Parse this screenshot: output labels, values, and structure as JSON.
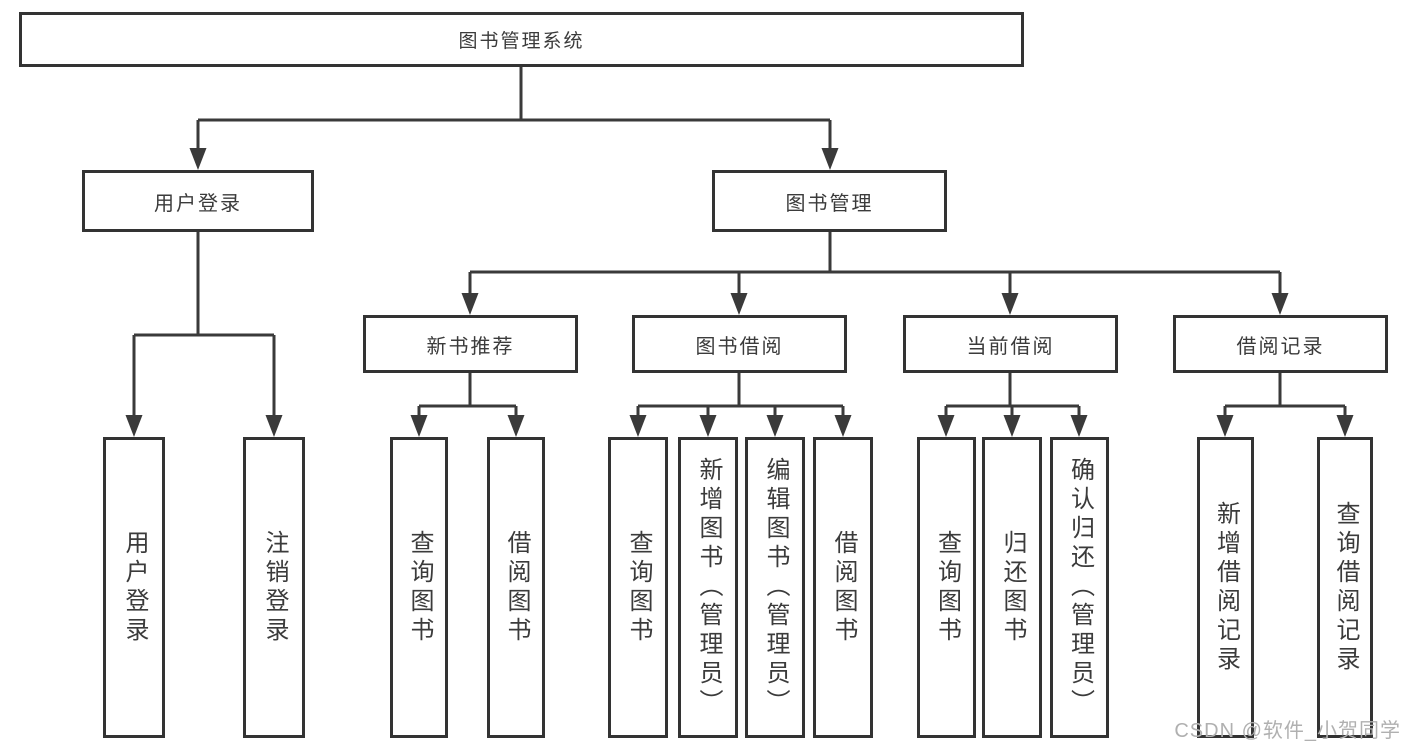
{
  "diagram": {
    "root": {
      "label": "图书管理系统"
    },
    "branches": [
      {
        "label": "用户登录",
        "children": [
          {
            "label": "用户登录"
          },
          {
            "label": "注销登录"
          }
        ]
      },
      {
        "label": "图书管理",
        "children": [
          {
            "label": "新书推荐",
            "children": [
              {
                "label": "查询图书"
              },
              {
                "label": "借阅图书"
              }
            ]
          },
          {
            "label": "图书借阅",
            "children": [
              {
                "label": "查询图书"
              },
              {
                "label": "新增图书（管理员）"
              },
              {
                "label": "编辑图书（管理员）"
              },
              {
                "label": "借阅图书"
              }
            ]
          },
          {
            "label": "当前借阅",
            "children": [
              {
                "label": "查询图书"
              },
              {
                "label": "归还图书"
              },
              {
                "label": "确认归还（管理员）"
              }
            ]
          },
          {
            "label": "借阅记录",
            "children": [
              {
                "label": "新增借阅记录"
              },
              {
                "label": "查询借阅记录"
              }
            ]
          }
        ]
      }
    ]
  },
  "watermark": {
    "text": "CSDN @软件_小贺同学"
  },
  "colors": {
    "box_border": "#333333",
    "connector": "#3a3a3a",
    "text": "#3b3b3b",
    "watermark": "#b0b0b0",
    "background": "#ffffff"
  }
}
